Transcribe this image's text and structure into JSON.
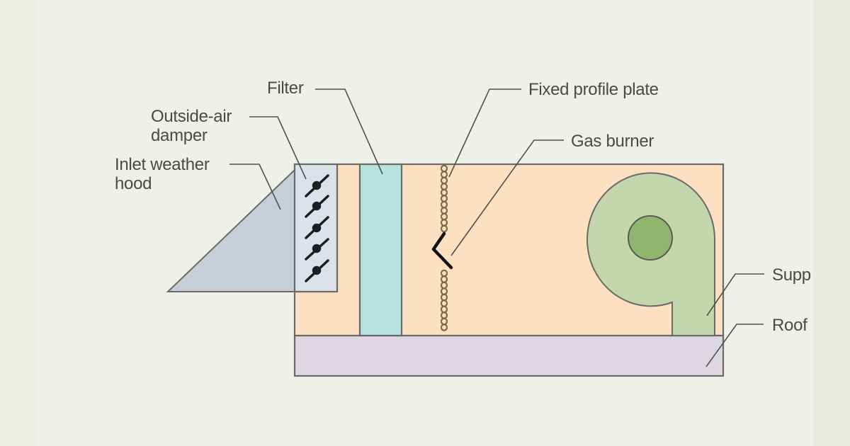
{
  "diagram": {
    "title": "Rooftop unit with gas burner",
    "labels": {
      "filter": "Filter",
      "outside_air_damper_line1": "Outside-air",
      "outside_air_damper_line2": "damper",
      "inlet_hood_line1": "Inlet weather",
      "inlet_hood_line2": "hood",
      "fixed_profile_plate": "Fixed profile plate",
      "gas_burner": "Gas burner",
      "supply_fan": "Supp",
      "roof": "Roof"
    },
    "components": [
      {
        "name": "inlet-weather-hood",
        "color": "#c5cfd5"
      },
      {
        "name": "outside-air-damper",
        "color": "#dde2ea",
        "blade_count": 5
      },
      {
        "name": "filter",
        "color": "#b6e2df"
      },
      {
        "name": "unit-cabinet",
        "color": "#fddfc2"
      },
      {
        "name": "supply-fan-housing",
        "color": "#c4d6ac"
      },
      {
        "name": "fan-hub",
        "color": "#8fb56f"
      },
      {
        "name": "roof-curb",
        "color": "#dcd7e1"
      },
      {
        "name": "burner-coil",
        "color": "#7a6a4a"
      }
    ]
  }
}
